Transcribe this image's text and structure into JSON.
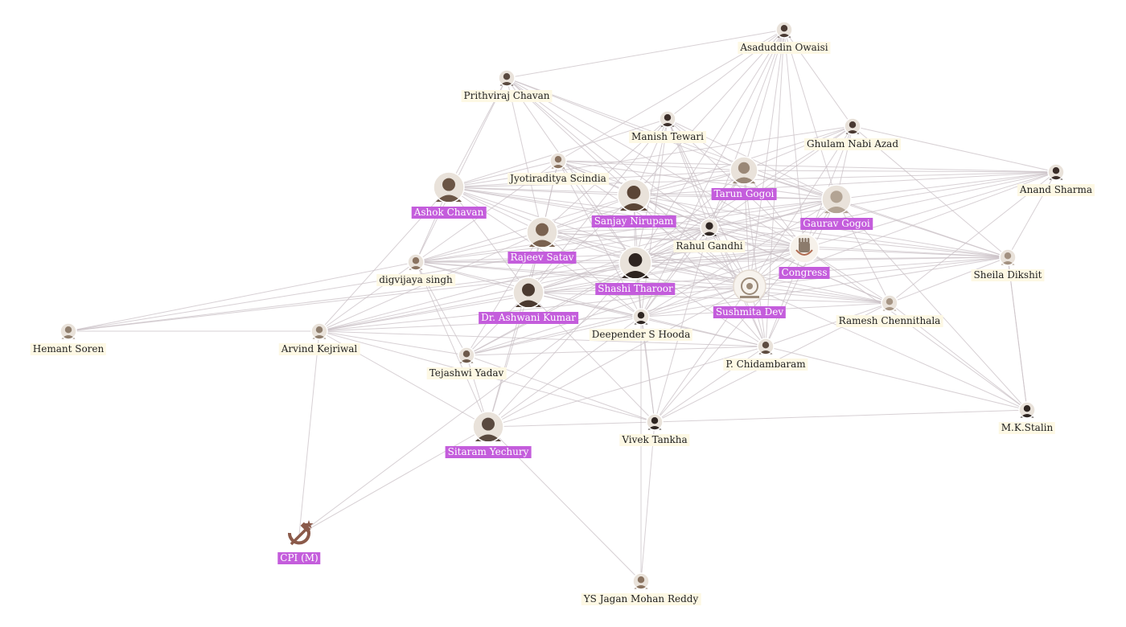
{
  "nodes": [
    {
      "id": "asaduddin",
      "label": "Asaduddin Owaisi",
      "highlighted": false,
      "avatar": "portrait-photo",
      "tone": "#4a3a33"
    },
    {
      "id": "prithviraj",
      "label": "Prithviraj Chavan",
      "highlighted": false,
      "avatar": "portrait-photo",
      "tone": "#5a4a40"
    },
    {
      "id": "manish",
      "label": "Manish Tewari",
      "highlighted": false,
      "avatar": "portrait-photo",
      "tone": "#3d2f2a"
    },
    {
      "id": "ghulam",
      "label": "Ghulam Nabi Azad",
      "highlighted": false,
      "avatar": "portrait-photo",
      "tone": "#4a3a33"
    },
    {
      "id": "jyotiraditya",
      "label": "Jyotiraditya Scindia",
      "highlighted": false,
      "avatar": "portrait-photo",
      "tone": "#8a7360"
    },
    {
      "id": "tarun",
      "label": "Tarun Gogoi",
      "highlighted": true,
      "avatar": "portrait-photo",
      "tone": "#9a8877"
    },
    {
      "id": "anand",
      "label": "Anand Sharma",
      "highlighted": false,
      "avatar": "portrait-photo",
      "tone": "#3a2d28"
    },
    {
      "id": "ashok",
      "label": "Ashok Chavan",
      "highlighted": true,
      "avatar": "portrait-photo",
      "tone": "#6b5545"
    },
    {
      "id": "sanjay",
      "label": "Sanjay Nirupam",
      "highlighted": true,
      "avatar": "portrait-photo",
      "tone": "#5b4536"
    },
    {
      "id": "gaurav",
      "label": "Gaurav Gogoi",
      "highlighted": true,
      "avatar": "portrait-photo",
      "tone": "#b3a494"
    },
    {
      "id": "rahul",
      "label": "Rahul Gandhi",
      "highlighted": false,
      "avatar": "portrait-photo",
      "tone": "#2f2622"
    },
    {
      "id": "rajeev",
      "label": "Rajeev Satav",
      "highlighted": true,
      "avatar": "portrait-photo",
      "tone": "#7a6250"
    },
    {
      "id": "congress",
      "label": "Congress",
      "highlighted": true,
      "avatar": "hand-symbol-icon",
      "tone": "#8c7b6c"
    },
    {
      "id": "sheila",
      "label": "Sheila Dikshit",
      "highlighted": false,
      "avatar": "portrait-photo",
      "tone": "#a39181"
    },
    {
      "id": "digvijaya",
      "label": "digvijaya singh",
      "highlighted": false,
      "avatar": "portrait-photo",
      "tone": "#8a7360"
    },
    {
      "id": "shashi",
      "label": "Shashi Tharoor",
      "highlighted": true,
      "avatar": "portrait-photo",
      "tone": "#2e2420"
    },
    {
      "id": "sushmita",
      "label": "Sushmita Dev",
      "highlighted": true,
      "avatar": "emblem-icon",
      "tone": "#9c8b7a"
    },
    {
      "id": "ashwani",
      "label": "Dr. Ashwani Kumar",
      "highlighted": true,
      "avatar": "portrait-photo",
      "tone": "#4b3a30"
    },
    {
      "id": "ramesh",
      "label": "Ramesh Chennithala",
      "highlighted": false,
      "avatar": "portrait-photo",
      "tone": "#a69584"
    },
    {
      "id": "deepender",
      "label": "Deepender S Hooda",
      "highlighted": false,
      "avatar": "portrait-photo",
      "tone": "#2f2622"
    },
    {
      "id": "hemant",
      "label": "Hemant Soren",
      "highlighted": false,
      "avatar": "portrait-photo",
      "tone": "#8f7e6d"
    },
    {
      "id": "arvind",
      "label": "Arvind Kejriwal",
      "highlighted": false,
      "avatar": "portrait-photo",
      "tone": "#8f7e6d"
    },
    {
      "id": "tejashwi",
      "label": "Tejashwi Yadav",
      "highlighted": false,
      "avatar": "portrait-photo",
      "tone": "#6e5a4b"
    },
    {
      "id": "chidambaram",
      "label": "P. Chidambaram",
      "highlighted": false,
      "avatar": "portrait-photo",
      "tone": "#5e4c40"
    },
    {
      "id": "stalin",
      "label": "M.K.Stalin",
      "highlighted": false,
      "avatar": "portrait-photo",
      "tone": "#2f2622"
    },
    {
      "id": "sitaram",
      "label": "Sitaram Yechury",
      "highlighted": true,
      "avatar": "portrait-photo",
      "tone": "#5a4a40"
    },
    {
      "id": "vivek",
      "label": "Vivek Tankha",
      "highlighted": false,
      "avatar": "portrait-photo",
      "tone": "#2f2622"
    },
    {
      "id": "cpim",
      "label": "CPI (M)",
      "highlighted": true,
      "avatar": "hammer-sickle-icon",
      "tone": "#8b5a4a"
    },
    {
      "id": "jagan",
      "label": "YS Jagan Mohan Reddy",
      "highlighted": false,
      "avatar": "portrait-photo",
      "tone": "#8a7360"
    }
  ],
  "colors": {
    "edge": "#c9c0c6",
    "label_bg": "#fdf8e4",
    "highlight_bg": "#c45ddc",
    "highlight_text": "#ffffff"
  }
}
